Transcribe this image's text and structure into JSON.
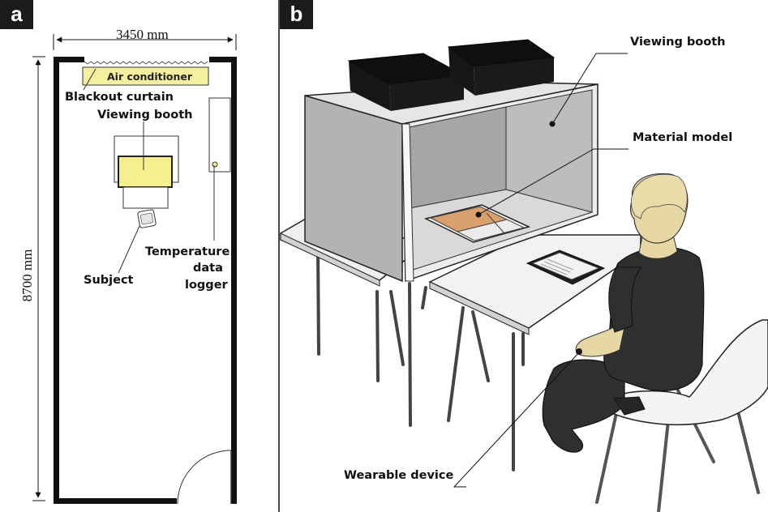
{
  "panels": {
    "a": "a",
    "b": "b"
  },
  "plan": {
    "width_dim": "3450 mm",
    "height_dim": "8700 mm",
    "air_conditioner": "Air conditioner",
    "blackout_curtain": "Blackout curtain",
    "viewing_booth": "Viewing booth",
    "subject": "Subject",
    "temperature": "Temperature",
    "data": "data",
    "logger": "logger"
  },
  "scene": {
    "viewing_booth": "Viewing booth",
    "material_model": "Material model",
    "wearable_device": "Wearable device"
  },
  "colors": {
    "booth_fill": "#f4f08e",
    "ac_fill": "#f5f0a0",
    "wall": "#111111",
    "booth_inner": "#a9a9a9",
    "booth_side": "#8c8c8c",
    "wood": "#d7a06c",
    "skin": "#e7d7a4",
    "clothes": "#2f2f2f"
  },
  "icons": [
    "door-swing-icon",
    "chair-icon",
    "person-icon",
    "tablet-icon",
    "lamp-icon"
  ]
}
